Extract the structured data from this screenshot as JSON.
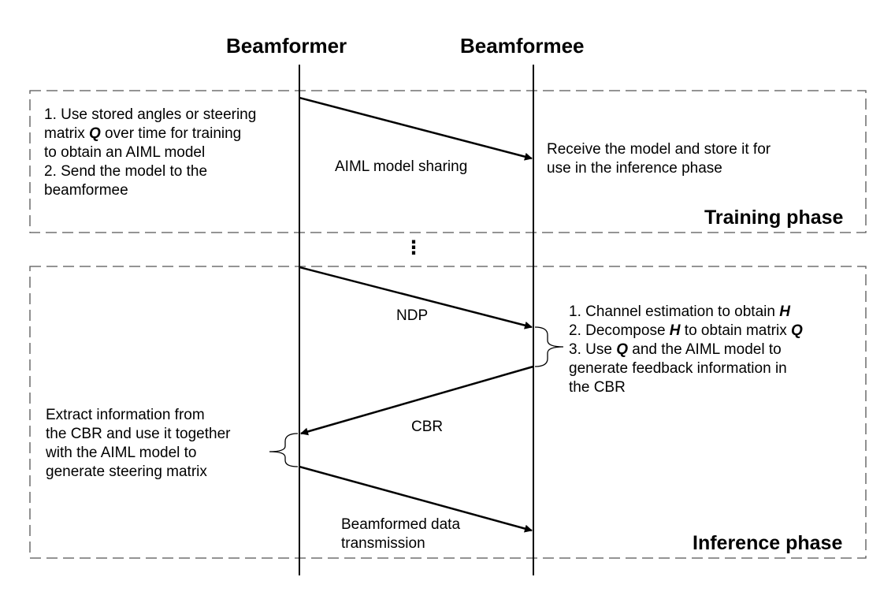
{
  "headers": {
    "beamformer": "Beamformer",
    "beamformee": "Beamformee"
  },
  "phases": {
    "training": "Training phase",
    "inference": "Inference phase"
  },
  "training": {
    "left_steps": [
      [
        "1. Use stored angles or steering",
        "matrix ",
        "Q",
        " over time for training",
        "to obtain an AIML model"
      ],
      [
        "2. Send the model to the",
        "beamformee"
      ]
    ],
    "left_line1": "1. Use stored angles or steering",
    "left_line2_pre": "matrix ",
    "left_line2_sym": "Q",
    "left_line2_post": " over time for training",
    "left_line3": "to obtain an AIML model",
    "left_line4": "2. Send the model to the",
    "left_line5": "beamformee",
    "message": "AIML model sharing",
    "right_line1": "Receive the model and store it for",
    "right_line2": "use in the inference phase"
  },
  "inference": {
    "ndp_label": "NDP",
    "cbr_label": "CBR",
    "data_label_line1": "Beamformed data",
    "data_label_line2": "transmission",
    "right_step1_pre": "1. Channel estimation to obtain ",
    "right_step1_sym": "H",
    "right_step2_pre": "2. Decompose ",
    "right_step2_sym1": "H",
    "right_step2_mid": " to obtain matrix ",
    "right_step2_sym2": "Q",
    "right_step3_pre": "3. Use ",
    "right_step3_sym": "Q",
    "right_step3_post": " and the AIML model to",
    "right_step3_line2": "generate feedback information in",
    "right_step3_line3": "the CBR",
    "left_line1": "Extract information from",
    "left_line2": "the CBR and use it together",
    "left_line3": "with the AIML model to",
    "left_line4": "generate steering matrix"
  },
  "separator": "⋮"
}
